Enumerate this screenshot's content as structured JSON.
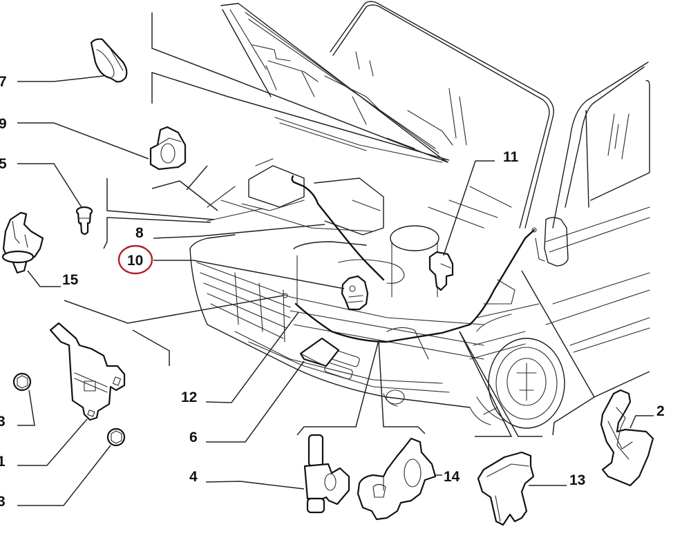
{
  "diagram": {
    "title": "Hood release mechanism – exploded parts view",
    "highlight_color": "#b0202a",
    "line_color": "#111111",
    "background": "#ffffff",
    "highlighted_callout": "10",
    "callouts": [
      {
        "id": "7",
        "label": "7",
        "part": "hood-bumper-pad"
      },
      {
        "id": "9",
        "label": "9",
        "part": "prop-rod-clip"
      },
      {
        "id": "5",
        "label": "5",
        "part": "push-pin-fastener"
      },
      {
        "id": "15",
        "label": "15",
        "part": "rod-holder-clip"
      },
      {
        "id": "8",
        "label": "8",
        "part": "hood-prop-rod"
      },
      {
        "id": "10",
        "label": "10",
        "part": "prop-rod-bracket"
      },
      {
        "id": "11",
        "label": "11",
        "part": "rod-retainer"
      },
      {
        "id": "12",
        "label": "12",
        "part": "release-cable"
      },
      {
        "id": "6",
        "label": "6",
        "part": "cable-guide-pad"
      },
      {
        "id": "4",
        "label": "4",
        "part": "cable-clip-pin"
      },
      {
        "id": "14",
        "label": "14",
        "part": "cable-clip-double"
      },
      {
        "id": "13",
        "label": "13",
        "part": "cable-retainer-clip"
      },
      {
        "id": "2",
        "label": "2",
        "part": "release-handle"
      },
      {
        "id": "1",
        "label": "1",
        "part": "hood-latch-lock"
      },
      {
        "id": "3a",
        "label": "3",
        "part": "flange-nut-upper"
      },
      {
        "id": "3b",
        "label": "3",
        "part": "flange-nut-lower"
      }
    ]
  }
}
